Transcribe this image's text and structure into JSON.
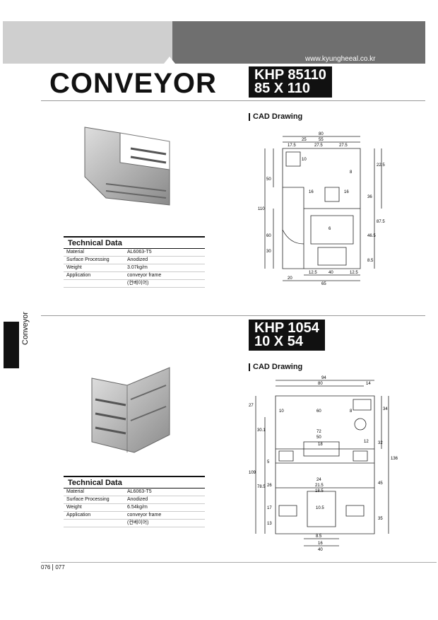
{
  "header": {
    "url": "www.kyungheeal.co.kr"
  },
  "page_title": "CONVEYOR",
  "side_label": "Conveyor",
  "products": [
    {
      "model": "KHP 85110",
      "size": "85 X 110",
      "cad_label": "CAD Drawing",
      "tech_title": "Technical Data",
      "tech_rows": [
        {
          "k": "Material",
          "v": "AL6063-T5"
        },
        {
          "k": "Surface Processing",
          "v": "Anodized"
        },
        {
          "k": "Weight",
          "v": "3.07kg/m"
        },
        {
          "k": "Application",
          "v": "conveyor frame"
        },
        {
          "k": "",
          "v": "(컨베이어)"
        }
      ],
      "dims": {
        "d80": "80",
        "d55": "55",
        "d25": "25",
        "d17_5": "17.5",
        "d27_5a": "27.5",
        "d27_5b": "27.5",
        "d16a": "16",
        "d16b": "16",
        "d50": "50",
        "d110": "110",
        "d60": "60",
        "d30": "30",
        "d22_5": "22.5",
        "d36": "36",
        "d87_5": "87.5",
        "d46_5": "46.5",
        "d8_5": "8.5",
        "d20": "20",
        "d40": "40",
        "d65": "65",
        "d12_5a": "12.5",
        "d12_5b": "12.5",
        "d10": "10",
        "d6": "6",
        "d8": "8"
      }
    },
    {
      "model": "KHP 1054",
      "size": "10 X 54",
      "cad_label": "CAD Drawing",
      "tech_title": "Technical Data",
      "tech_rows": [
        {
          "k": "Material",
          "v": "AL6063-T5"
        },
        {
          "k": "Surface Processing",
          "v": "Anodized"
        },
        {
          "k": "Weight",
          "v": "6.54kg/m"
        },
        {
          "k": "Application",
          "v": "conveyor frame"
        },
        {
          "k": "",
          "v": "(컨베이어)"
        }
      ],
      "dims": {
        "d94": "94",
        "d80": "80",
        "d14": "14",
        "d10": "10",
        "d60": "60",
        "d8": "8",
        "d72": "72",
        "d50": "50",
        "d18": "18",
        "d12": "12",
        "d27": "27",
        "d30_1": "30.1",
        "d109": "109",
        "d78_5": "78.5",
        "d26": "26",
        "d17": "17",
        "d13": "13",
        "d34": "34",
        "d32": "32",
        "d136": "136",
        "d45": "45",
        "d35": "35",
        "d5": "5",
        "d24": "24",
        "d21_5": "21.5",
        "d18_5": "18.5",
        "d10_5": "10.5",
        "d8_5": "8.5",
        "d16": "16",
        "d40": "40"
      }
    }
  ],
  "footer": {
    "page_left": "076",
    "page_right": "077"
  }
}
